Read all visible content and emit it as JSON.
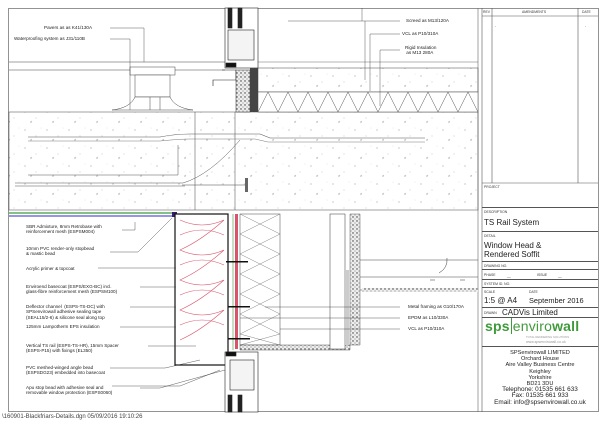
{
  "drawing": {
    "top_labels": {
      "paving": "Pavers as as K41/130A",
      "waterproofing": "Waterproofing system as J31/110B",
      "screed": "Screed as M13/120A",
      "vcl_top": "VCL as P10/310A",
      "rigid_insulation": "Rigid Insulation\n as M13 280A"
    },
    "left_labels": [
      "SBR Admixture, 8mm Retrobase with\nreinforcement mesh (ESPSM004)",
      "10mm PVC render-only stopbead\n& mastic bead",
      "Acrylic primer & topcoat",
      "Enviroend basecoat (ESPS/EXG-BC) incl.\nglass-fibre reinforcement mesh (ESPSM100)",
      "Deflector channel  (ESPS-TS-DC) with\nSPSenvirowall adhesive sealing tape\n(SEAL15/2-6) & silicone seal along top",
      "125mm Lampotherm EPS insulation",
      "Vertical TS rail (ESPS-TS-HR), 15mm Spacer\n(ESPS-P15) with fixings (EL350)",
      "PVC meshed-winged angle bead\n(ESPSDG23) embedded into basecoat",
      "Apu stop bead with adhesive seal and\nremovable window protection (ESPS0060)"
    ],
    "right_labels": [
      "Metal framing as G10/170A",
      "EPDM as L10/330A",
      "VCL as P10/310A"
    ],
    "colors": {
      "eps": "#d9536a",
      "green": "#3c9a3c",
      "blue": "#2d2dc8",
      "logo_green": "#3f9a3a"
    }
  },
  "title_block": {
    "rev_header": "REV",
    "amendments_header": "AMENDMENTS",
    "date_header": "DATE",
    "rev_value": "-",
    "date_value": "-",
    "project_label": "PROJECT",
    "description_label": "DESCRIPTION",
    "description": "TS Rail System",
    "detail_label": "DETAIL",
    "detail": "Window Head &\nRendered Soffit",
    "drawing_no_label": "DRAWING NO.",
    "phase_label": "PHASE",
    "phase_value": "__",
    "issue_label": "ISSUE",
    "issue_value": "__",
    "system_id_label": "SYSTEM ID. No.",
    "scale_label": "SCALE",
    "scale": "1:5 @ A4",
    "date_label": "DATE",
    "date": "September 2016",
    "drawn_label": "DRAWN",
    "drawn": "CADVis Limited",
    "logo": {
      "sps": "sps",
      "enviro": "enviro",
      "wall": "wall",
      "tagline": "TOTAL RENDERING SOLUTIONS",
      "web": "www.spsenvirowall.co.uk"
    },
    "address": [
      "SPSenvirowall LIMITED",
      "Orchard House",
      "Aire Valley Business Centre",
      "Keighley",
      "Yorkshire",
      "BD21 3DU",
      "Telephone: 01535 661 633",
      "Fax: 01535 661 933",
      "Email: info@spsenvirowall.co.uk"
    ]
  },
  "footer": "\\160901-Blackfriars-Details.dgn  05/09/2016 19:10:26"
}
